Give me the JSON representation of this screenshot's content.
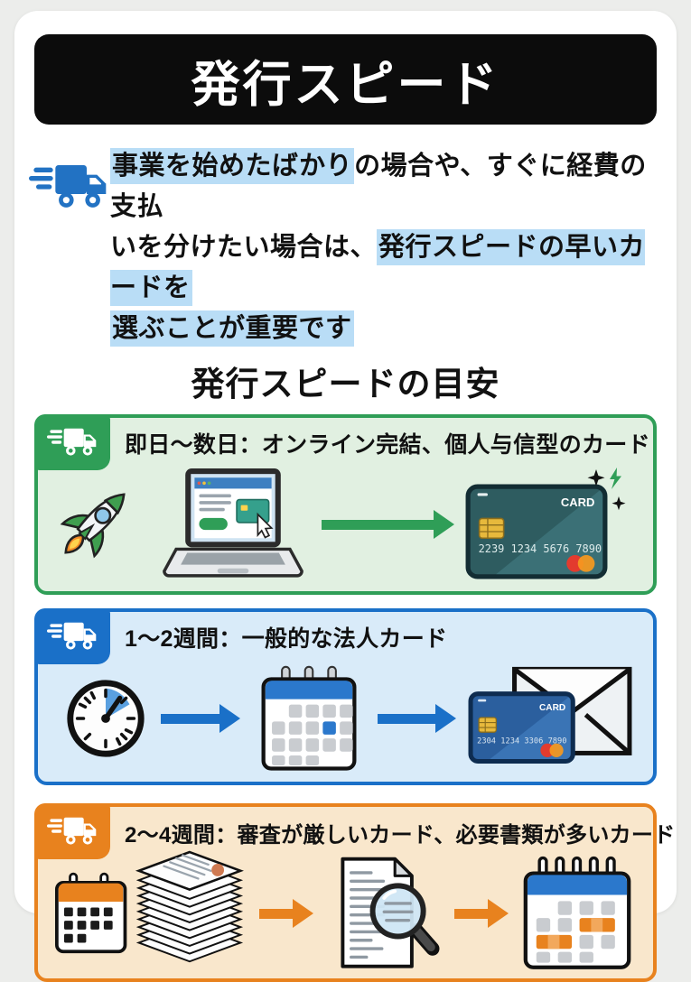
{
  "page": {
    "background": "#ecedeb",
    "card_background": "#ffffff"
  },
  "header": {
    "title": "発行スピード",
    "bg": "#0c0c0c",
    "text_color": "#ffffff"
  },
  "intro": {
    "line1_highlight": "事業を始めたばかり",
    "line1_rest": "の場合や、すぐに経費の支払",
    "line2_rest": "いを分けたい場合は、",
    "line2_highlight": "発行スピードの早いカードを",
    "line3_highlight": "選ぶことが重要です",
    "highlight_color": "#b9ddf6",
    "truck_color": "#2272c3"
  },
  "section_title": "発行スピードの目安",
  "tiers": [
    {
      "title": "即日〜数日：オンライン完結、個人与信型のカード",
      "accent": "#2f9e57",
      "bg": "#e1f0e1",
      "icons": [
        "speed-truck-icon",
        "rocket-icon",
        "laptop-online-application-icon",
        "arrow-right-icon",
        "credit-card-icon",
        "sparkles-icon"
      ]
    },
    {
      "title": "1〜2週間：一般的な法人カード",
      "accent": "#1a70c8",
      "bg": "#d9ebf9",
      "icons": [
        "speed-truck-icon",
        "clock-icon",
        "arrow-right-icon",
        "calendar-icon",
        "arrow-right-icon",
        "envelope-credit-card-icon"
      ]
    },
    {
      "title": "2〜4週間：審査が厳しいカード、必要書類が多いカード",
      "accent": "#e8821e",
      "bg": "#f9e7cc",
      "icons": [
        "speed-truck-icon",
        "calendar-small-icon",
        "document-stack-icon",
        "arrow-right-icon",
        "document-review-magnifier-icon",
        "arrow-right-icon",
        "calendar-schedule-icon"
      ]
    }
  ],
  "cards": {
    "label": "CARD",
    "green_number": "2239 1234 5676 7890",
    "blue_number": "2304 1234 3306 7890"
  }
}
